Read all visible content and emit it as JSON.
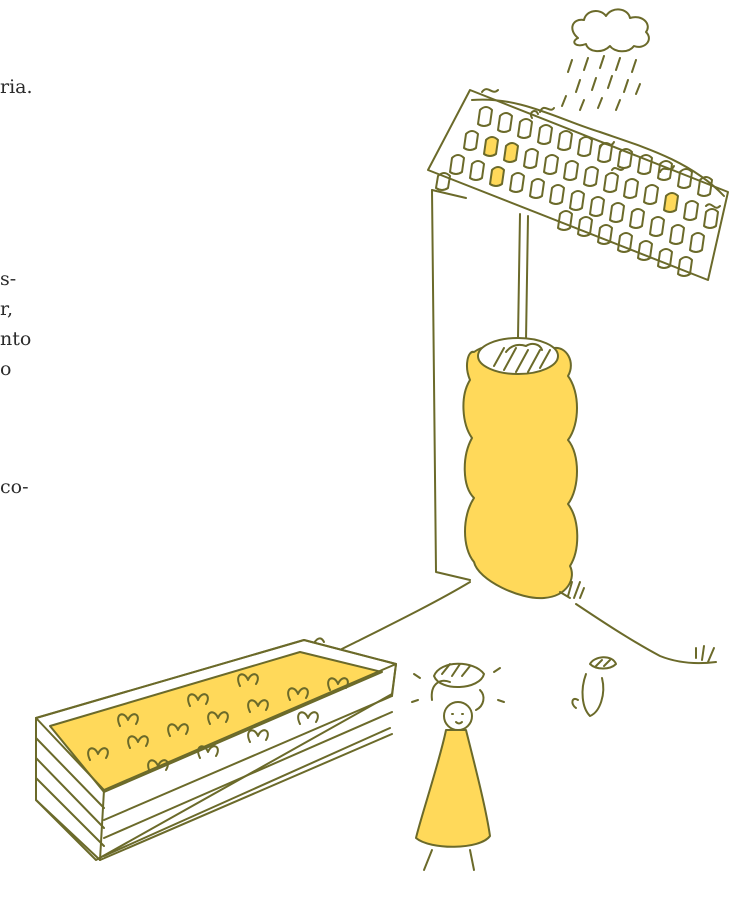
{
  "text_fragments": [
    "ria.",
    "s-",
    "r,",
    "nto",
    "o",
    "co-"
  ],
  "colors": {
    "ink": "#6b6a2a",
    "fill": "#ffd95a",
    "background": "#ffffff",
    "text": "#2b2b2b"
  }
}
